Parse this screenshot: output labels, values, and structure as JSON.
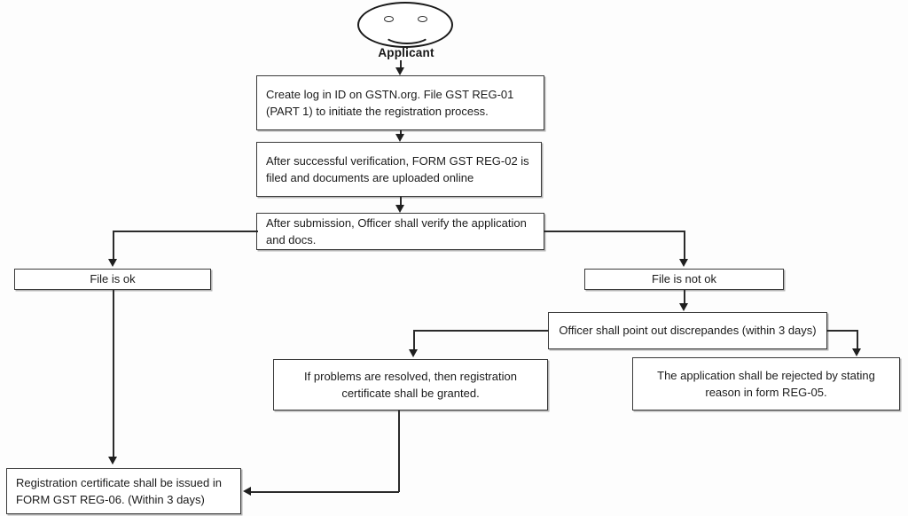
{
  "diagram": {
    "title": "GST Registration Process Flowchart",
    "background_color": "#fdfdfd",
    "line_color": "#2b2b2b",
    "box_border_color": "#3a3a3a",
    "box_fill_color": "#ffffff",
    "text_color": "#1b1b1b"
  },
  "actor": {
    "label": "Applicant",
    "icon": "smiley-face-icon"
  },
  "nodes": {
    "create_login": {
      "text": "Create log in ID on GSTN.org.  File GST REG-01 (PART 1) to initiate the registration process."
    },
    "verification": {
      "text": "After successful verification, FORM GST REG-02 is filed and documents are uploaded online"
    },
    "officer_verify": {
      "text": "After submission, Officer shall verify the application and docs."
    },
    "file_ok": {
      "text": "File is ok"
    },
    "file_not_ok": {
      "text": "File is not ok"
    },
    "discrepancies": {
      "text": "Officer shall point out discrepandes (within 3 days)"
    },
    "problems_resolved": {
      "text": "If problems are resolved, then registration certificate shall be granted."
    },
    "application_rejected": {
      "text": "The application shall be rejected by stating reason in form REG-05."
    },
    "certificate_issued": {
      "text": "Registration certificate shall be issued in FORM GST REG-06. (Within 3 days)"
    }
  },
  "edges": [
    {
      "from": "applicant",
      "to": "create_login",
      "arrow": "down"
    },
    {
      "from": "create_login",
      "to": "verification",
      "arrow": "down"
    },
    {
      "from": "verification",
      "to": "officer_verify",
      "arrow": "down"
    },
    {
      "from": "officer_verify",
      "to": "file_ok",
      "arrow": "down"
    },
    {
      "from": "officer_verify",
      "to": "file_not_ok",
      "arrow": "down"
    },
    {
      "from": "file_not_ok",
      "to": "discrepancies",
      "arrow": "down"
    },
    {
      "from": "discrepancies",
      "to": "problems_resolved",
      "arrow": "down"
    },
    {
      "from": "discrepancies",
      "to": "application_rejected",
      "arrow": "down"
    },
    {
      "from": "file_ok",
      "to": "certificate_issued",
      "arrow": "down"
    },
    {
      "from": "problems_resolved",
      "to": "certificate_issued",
      "arrow": "left"
    }
  ]
}
